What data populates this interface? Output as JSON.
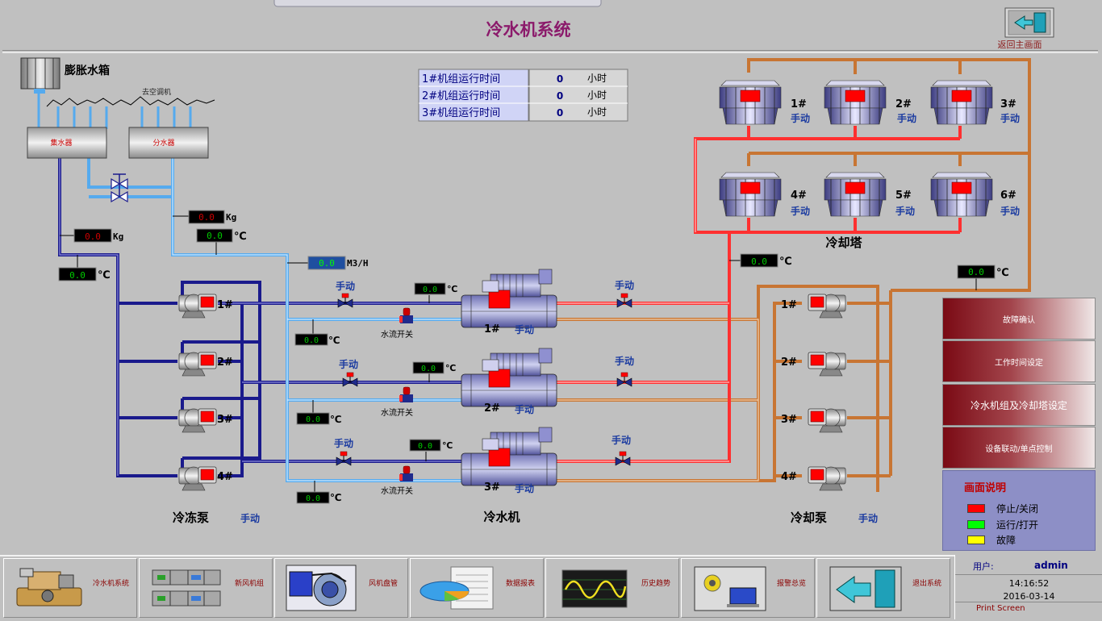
{
  "header": {
    "title": "冷水机系统",
    "return_label": "返回主画面"
  },
  "tank": {
    "label": "膨胀水箱",
    "to_ac_label": "去空调机",
    "collector_label": "集水器",
    "distributor_label": "分水器"
  },
  "runtime": {
    "rows": [
      {
        "label": "1#机组运行时间",
        "value": "0",
        "unit": "小时"
      },
      {
        "label": "2#机组运行时间",
        "value": "0",
        "unit": "小时"
      },
      {
        "label": "3#机组运行时间",
        "value": "0",
        "unit": "小时"
      }
    ]
  },
  "readings": {
    "kg1": {
      "value": "0.0",
      "unit": "Kg"
    },
    "kg2": {
      "value": "0.0",
      "unit": "Kg"
    },
    "temp_return": {
      "value": "0.0",
      "unit": "℃"
    },
    "temp_supply": {
      "value": "0.0",
      "unit": "℃"
    },
    "flow": {
      "value": "0.0",
      "unit": "M3/H"
    },
    "temp_tower": {
      "value": "0.0",
      "unit": "℃"
    },
    "temp_cooling": {
      "value": "0.0",
      "unit": "℃"
    }
  },
  "towers": {
    "label": "冷却塔",
    "items": [
      {
        "id": "1#",
        "mode": "手动"
      },
      {
        "id": "2#",
        "mode": "手动"
      },
      {
        "id": "3#",
        "mode": "手动"
      },
      {
        "id": "4#",
        "mode": "手动"
      },
      {
        "id": "5#",
        "mode": "手动"
      },
      {
        "id": "6#",
        "mode": "手动"
      }
    ]
  },
  "chillers": {
    "label": "冷水机",
    "items": [
      {
        "id": "1#",
        "mode": "手动",
        "valve_left_mode": "手动",
        "valve_right_mode": "手动",
        "flow_switch": "水流开关",
        "temp_top": "0.0",
        "temp_bottom": "0.0"
      },
      {
        "id": "2#",
        "mode": "手动",
        "valve_left_mode": "手动",
        "valve_right_mode": "手动",
        "flow_switch": "水流开关",
        "temp_top": "0.0",
        "temp_bottom": "0.0"
      },
      {
        "id": "3#",
        "mode": "手动",
        "valve_left_mode": "手动",
        "valve_right_mode": "手动",
        "flow_switch": "水流开关",
        "temp_top": "0.0",
        "temp_bottom": "0.0"
      }
    ]
  },
  "chw_pumps": {
    "label": "冷冻泵",
    "mode": "手动",
    "items": [
      {
        "id": "1#"
      },
      {
        "id": "2#"
      },
      {
        "id": "3#"
      },
      {
        "id": "4#"
      }
    ]
  },
  "cw_pumps": {
    "label": "冷却泵",
    "mode": "手动",
    "items": [
      {
        "id": "1#"
      },
      {
        "id": "2#"
      },
      {
        "id": "3#"
      },
      {
        "id": "4#"
      }
    ]
  },
  "side_buttons": [
    "故障确认",
    "工作时间设定",
    "冷水机组及冷却塔设定",
    "设备联动/单点控制"
  ],
  "legend": {
    "title": "画面说明",
    "items": [
      {
        "label": "停止/关闭",
        "color": "#ff0000"
      },
      {
        "label": "运行/打开",
        "color": "#00ff00"
      },
      {
        "label": "故障",
        "color": "#ffff00"
      }
    ]
  },
  "nav": [
    {
      "label": "冷水机系统",
      "icon": "chiller-icon"
    },
    {
      "label": "新风机组",
      "icon": "fresh-air-unit-icon"
    },
    {
      "label": "风机盘管",
      "icon": "fan-coil-icon"
    },
    {
      "label": "数据报表",
      "icon": "report-icon"
    },
    {
      "label": "历史趋势",
      "icon": "trend-icon"
    },
    {
      "label": "报警总览",
      "icon": "alarm-icon"
    },
    {
      "label": "退出系统",
      "icon": "exit-icon"
    }
  ],
  "status": {
    "user_label": "用户:",
    "user": "admin",
    "time": "14:16:52",
    "date": "2016-03-14",
    "print": "Print Screen"
  },
  "colors": {
    "stop": "#ff0000",
    "run": "#00ff00",
    "fault": "#ffff00",
    "chilled_pipe": "#1a1a8c",
    "chilled_supply": "#55aaee",
    "condenser_pipe": "#c87533",
    "hot_pipe": "#ff3030"
  }
}
